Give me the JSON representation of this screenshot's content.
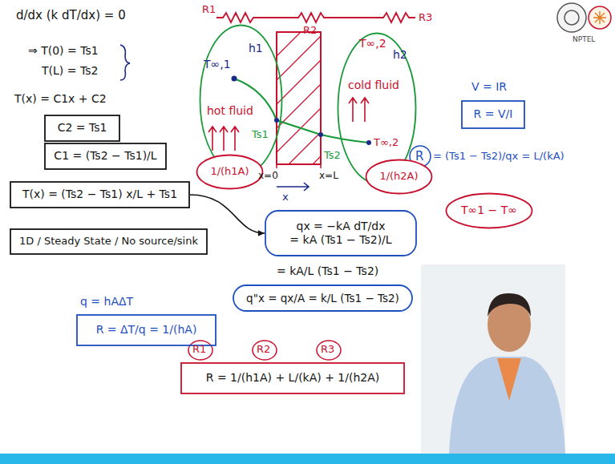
{
  "diagram": {
    "nodes": [
      {
        "text": [
          "T∞,1",
          "h1",
          "hot fluid"
        ]
      },
      {
        "text": [
          "1/(h1A)"
        ]
      },
      {
        "text": [
          "T∞,2",
          "h2",
          "cold fluid"
        ]
      },
      {
        "text": [
          "1/(h2A)"
        ]
      },
      {
        "text": [
          "C2 = Ts1"
        ]
      },
      {
        "text": [
          "C1 = (Ts2 − Ts1)/L"
        ]
      },
      {
        "text": [
          "T(x) = (Ts2 − Ts1) x/L + Ts1"
        ]
      },
      {
        "text": [
          "1D / Steady State / No source/sink"
        ]
      },
      {
        "text": [
          "qx = −kA dT/dx",
          "= kA (Ts1 − Ts2)/L"
        ]
      },
      {
        "text": [
          "q\"x = qx/A = k/L (Ts1 − Ts2)"
        ]
      },
      {
        "text": [
          "R = V/I"
        ]
      },
      {
        "text": [
          "T∞1 − T∞"
        ]
      },
      {
        "text": [
          "R = ΔT/q = 1/(hA)"
        ]
      },
      {
        "text": [
          "R = 1/(h1A) + L/(kA) + 1/(h2A)"
        ]
      }
    ],
    "edges": [
      {
        "from": 6,
        "to": 8,
        "arrow": "to"
      }
    ],
    "labels": [
      "d/dx (k dT/dx) = 0",
      "⇒ T(0) = Ts1",
      "T(L) = Ts2",
      "T(x) = C1x + C2",
      "R1",
      "R2",
      "R3",
      "Ts1",
      "Ts2",
      "T∞,2",
      "x=0",
      "x=L",
      "x",
      "V = IR",
      "R",
      "= (Ts1 − Ts2)/qx = L/(kA)",
      "q = hAΔT",
      "= kA/L (Ts1 − Ts2)",
      "R1",
      "R2",
      "R3",
      "NPTEL"
    ]
  }
}
